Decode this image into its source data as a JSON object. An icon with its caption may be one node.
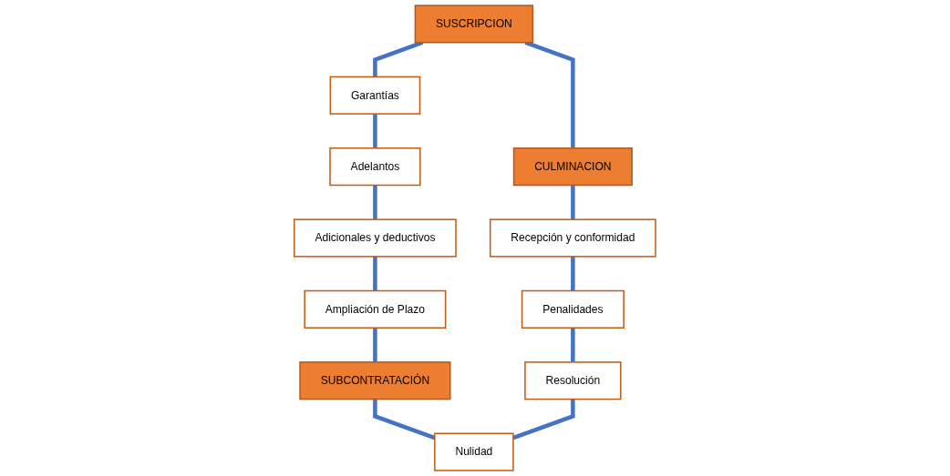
{
  "diagram": {
    "nodes": [
      {
        "text": [
          "SUSCRIPCION"
        ]
      },
      {
        "text": [
          "CULMINACION"
        ]
      },
      {
        "text": [
          "Garantías"
        ]
      },
      {
        "text": [
          "Recepción y conformidad"
        ]
      },
      {
        "text": [
          "Adelantos"
        ]
      },
      {
        "text": [
          "Penalidades"
        ]
      },
      {
        "text": [
          "Adicionales y deductivos"
        ]
      },
      {
        "text": [
          "Resolución"
        ]
      },
      {
        "text": [
          "Ampliación de Plazo"
        ]
      },
      {
        "text": [
          "SUBCONTRATACIÓN"
        ]
      },
      {
        "text": [
          "Nulidad"
        ]
      }
    ],
    "edges": [
      {
        "from": 0,
        "to": 1,
        "arrow": "none"
      },
      {
        "from": 0,
        "to": 2,
        "arrow": "none"
      },
      {
        "from": 2,
        "to": 4,
        "arrow": "none"
      },
      {
        "from": 4,
        "to": 6,
        "arrow": "none"
      },
      {
        "from": 6,
        "to": 8,
        "arrow": "none"
      },
      {
        "from": 8,
        "to": 9,
        "arrow": "none"
      },
      {
        "from": 9,
        "to": 10,
        "arrow": "none"
      },
      {
        "from": 1,
        "to": 3,
        "arrow": "none"
      },
      {
        "from": 3,
        "to": 5,
        "arrow": "none"
      },
      {
        "from": 5,
        "to": 7,
        "arrow": "none"
      },
      {
        "from": 7,
        "to": 10,
        "arrow": "none"
      }
    ]
  }
}
